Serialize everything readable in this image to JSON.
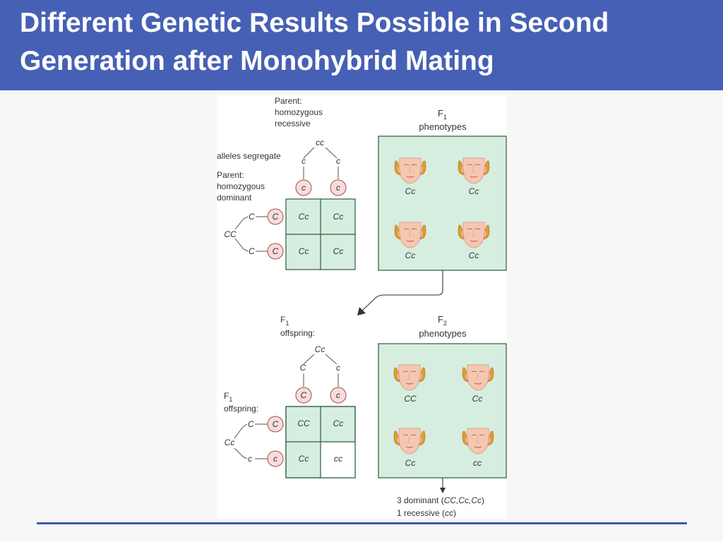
{
  "slide": {
    "title_line1": "Different Genetic Results Possible in Second",
    "title_line2": "Generation after Monohybrid Mating"
  },
  "colors": {
    "header_bg": "#4660b5",
    "square_fill": "#d6eedf",
    "circle_fill": "#f8dcdc",
    "face_skin": "#f6c7b0",
    "rule": "#3d5aa8"
  },
  "top_cross": {
    "parent1_label": [
      "Parent:",
      "homozygous",
      "recessive"
    ],
    "parent1_genotype": "cc",
    "segregate_label": "alleles segregate",
    "parent1_alleles": [
      "c",
      "c"
    ],
    "parent2_label": [
      "Parent:",
      "homozygous",
      "dominant"
    ],
    "parent2_genotype": "CC",
    "parent2_alleles": [
      "C",
      "C"
    ],
    "grid": [
      [
        "Cc",
        "Cc"
      ],
      [
        "Cc",
        "Cc"
      ]
    ]
  },
  "f1_panel": {
    "heading_main": "F",
    "heading_sub": "1",
    "heading_line2": "phenotypes",
    "faces": [
      "Cc",
      "Cc",
      "Cc",
      "Cc"
    ]
  },
  "bottom_cross": {
    "f1_label_main": "F",
    "f1_label_sub": "1",
    "offspring_label": "offspring:",
    "top_genotype": "Cc",
    "top_alleles": [
      "C",
      "c"
    ],
    "left_genotype": "Cc",
    "left_alleles": [
      "C",
      "c"
    ],
    "grid": [
      [
        "CC",
        "Cc"
      ],
      [
        "Cc",
        "cc"
      ]
    ]
  },
  "f2_panel": {
    "heading_main": "F",
    "heading_sub": "2",
    "heading_line2": "phenotypes",
    "faces": [
      "CC",
      "Cc",
      "Cc",
      "cc"
    ]
  },
  "result": {
    "line1_prefix": "3 dominant (",
    "line1_genotypes": "CC,Cc,Cc",
    "line1_suffix": ")",
    "line2_prefix": "1 recessive (",
    "line2_genotype": "cc",
    "line2_suffix": ")"
  }
}
